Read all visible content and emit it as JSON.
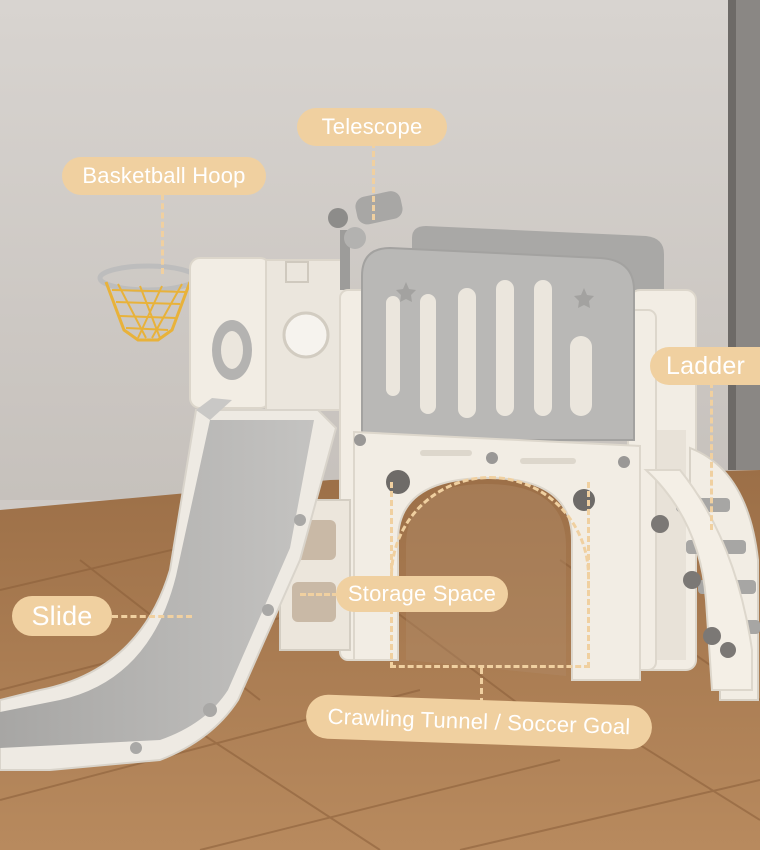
{
  "labels": {
    "telescope": "Telescope",
    "basketball_hoop": "Basketball Hoop",
    "ladder": "Ladder",
    "slide": "Slide",
    "storage_space": "Storage Space",
    "crawling_tunnel": "Crawling Tunnel / Soccer Goal"
  },
  "colors": {
    "label_bg": "#f0d0a0",
    "label_text": "#ffffff",
    "wall": "#cfcac6",
    "floor": "#a87a52",
    "frame_cream": "#f2ede4",
    "panel_gray": "#b9b8b6",
    "hoop_net": "#e8b23a"
  },
  "icons": [
    "star-icon",
    "bolt-icon"
  ]
}
